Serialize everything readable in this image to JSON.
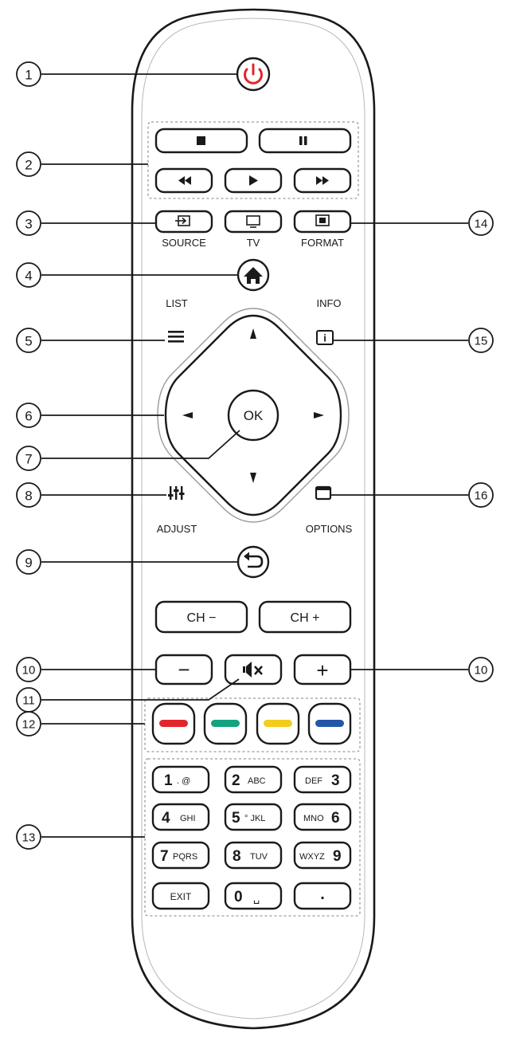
{
  "colors": {
    "power": "#e2252b",
    "red": "#e2252b",
    "green": "#14a37f",
    "yellow": "#f3cc1c",
    "blue": "#2456a8"
  },
  "callouts": {
    "c1": "1",
    "c2": "2",
    "c3": "3",
    "c4": "4",
    "c5": "5",
    "c6": "6",
    "c7": "7",
    "c8": "8",
    "c9": "9",
    "c10a": "10",
    "c10b": "10",
    "c11": "11",
    "c12": "12",
    "c13": "13",
    "c14": "14",
    "c15": "15",
    "c16": "16"
  },
  "labels": {
    "source": "SOURCE",
    "tv": "TV",
    "format": "FORMAT",
    "list": "LIST",
    "info": "INFO",
    "adjust": "ADJUST",
    "options": "OPTIONS",
    "ok": "OK"
  },
  "buttons": {
    "ch_minus": "CH −",
    "ch_plus": "CH +",
    "vol_minus": "−",
    "vol_plus": "+"
  },
  "keypad": {
    "k1": {
      "digit": "1",
      "letters": ". @"
    },
    "k2": {
      "digit": "2",
      "letters": "ABC"
    },
    "k3": {
      "digit": "3",
      "letters": "DEF"
    },
    "k4": {
      "digit": "4",
      "letters": "GHI"
    },
    "k5": {
      "digit": "5",
      "letters": "° JKL"
    },
    "k6": {
      "digit": "6",
      "letters": "MNO"
    },
    "k7": {
      "digit": "7",
      "letters": "PQRS"
    },
    "k8": {
      "digit": "8",
      "letters": "TUV"
    },
    "k9": {
      "digit": "9",
      "letters": "WXYZ"
    },
    "exit": "EXIT",
    "k0": {
      "digit": "0",
      "letters": "␣"
    },
    "dot": "."
  }
}
